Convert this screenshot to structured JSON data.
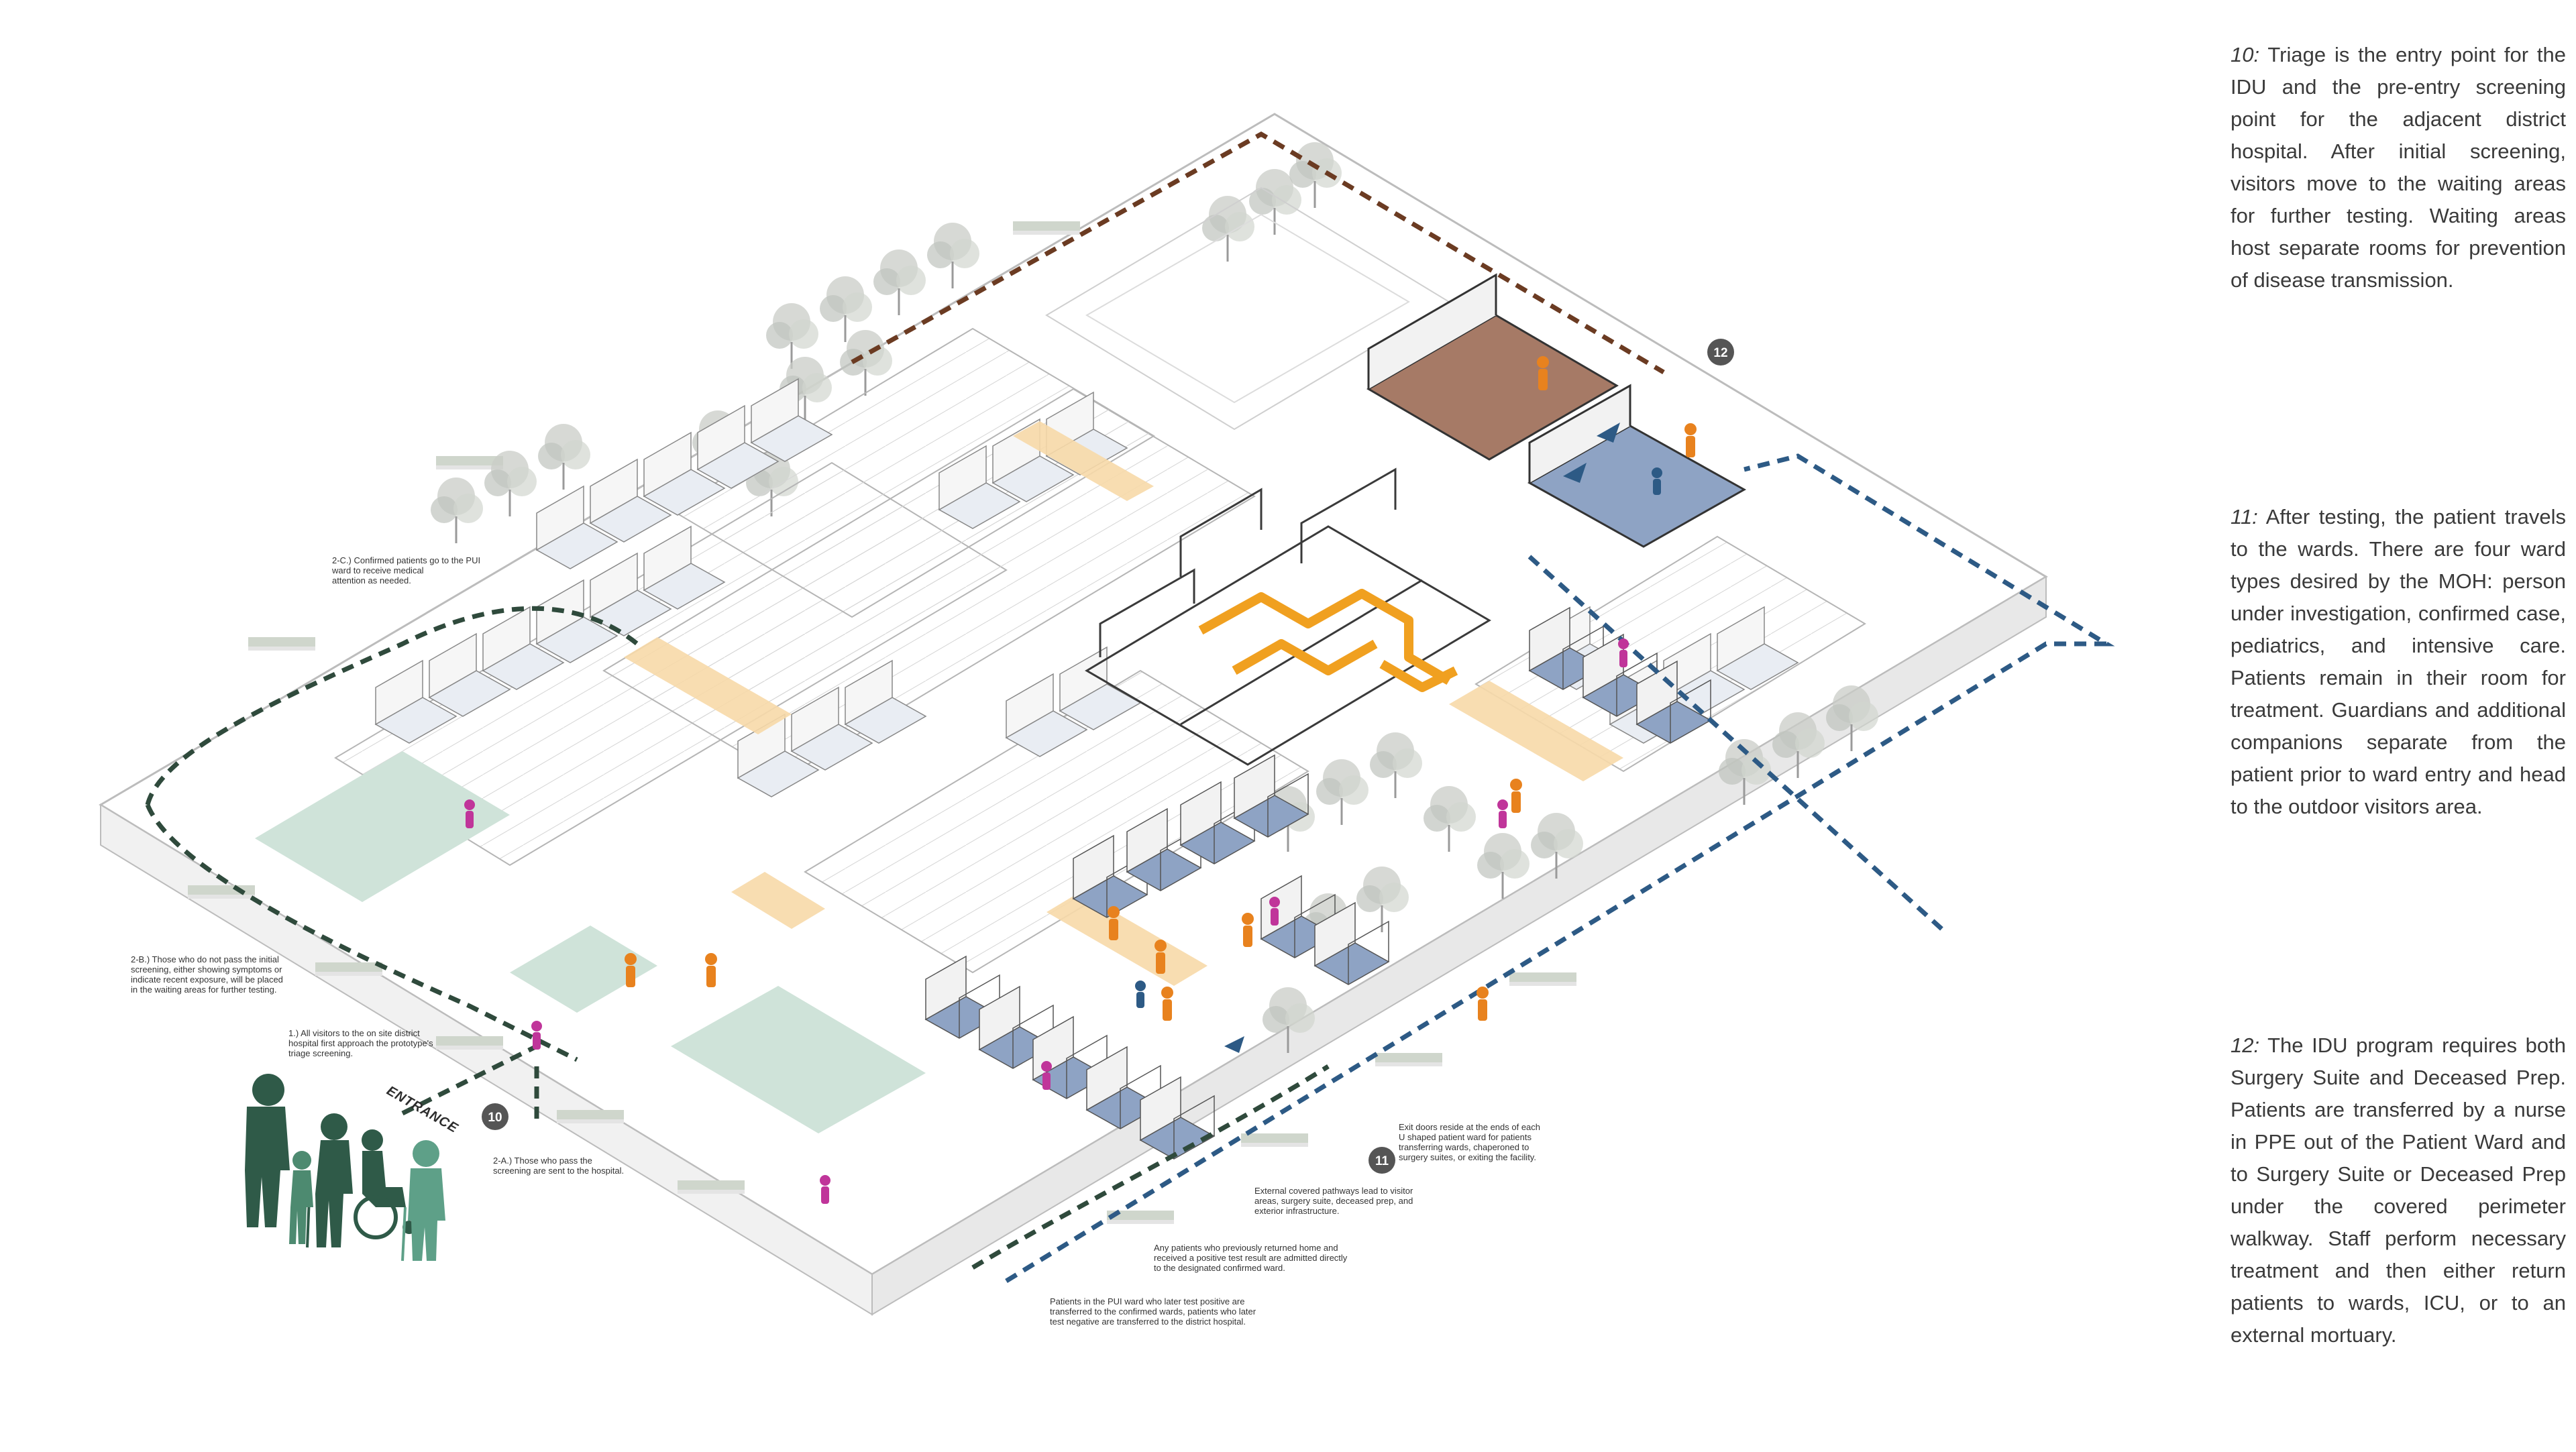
{
  "notes": [
    {
      "number": "10:",
      "text": "Triage is the entry point for the IDU and the pre-entry screening point for the adjacent district hospital. After initial screening, visitors move to the waiting areas for further testing. Waiting areas host separate rooms for prevention of disease transmission."
    },
    {
      "number": "11:",
      "text": "After testing, the patient travels to the wards. There are four ward types desired by the MOH: person under investigation, confirmed case, pediatrics, and intensive care. Patients remain in their room for treatment. Guardians and additional companions separate from the patient prior to ward entry and head to the outdoor visitors area."
    },
    {
      "number": "12:",
      "text": "The IDU program requires both Surgery Suite and Deceased Prep. Patients are transferred by a nurse in PPE out of the Patient Ward and to Surgery Suite or Deceased Prep under the covered perimeter walkway. Staff perform necessary treatment and then either return patients to wards, ICU, or to an external mortuary."
    }
  ],
  "badges": {
    "b10": "10",
    "b11": "11",
    "b12": "12"
  },
  "entrance_label": "ENTRANCE",
  "annotations": {
    "a1": [
      "1.) All visitors to the on site district",
      "hospital first approach the prototype's",
      "triage screening."
    ],
    "a2a": [
      "2-A.) Those who pass the",
      "screening are sent to the hospital."
    ],
    "a2b": [
      "2-B.) Those who do not pass the initial",
      "screening, either showing symptoms or",
      "indicate recent exposure, will be placed",
      "in the waiting areas for further testing."
    ],
    "a2c": [
      "2-C.) Confirmed patients go to the PUI",
      "ward to receive medical",
      "attention as needed."
    ],
    "exit_doors": [
      "Exit doors reside at the ends of each",
      "U shaped patient ward for patients",
      "transferring wards, chaperoned to",
      "surgery suites, or exiting the facility."
    ],
    "pathways": [
      "External covered pathways lead to visitor",
      "areas, surgery suite, deceased prep, and",
      "exterior infrastructure."
    ],
    "returned": [
      "Any patients who previously returned home and",
      "received a positive test result are admitted directly",
      "to the designated confirmed ward."
    ],
    "pui": [
      "Patients in the PUI ward who later test positive are",
      "transferred to the confirmed wards, patients who later",
      "test negative are transferred to the district hospital."
    ]
  },
  "colors": {
    "triage_path": "#2f4a3c",
    "ward_path": "#f0a020",
    "transfer_path": "#2d5a85",
    "deceased_path": "#6b3b22",
    "ward_floor_blue": "#8ea3c4",
    "waiting_floor_green": "#cfe3d9",
    "orange_floor": "#f7d9a8",
    "surgery_floor": "#a67a66",
    "badge": "#555555",
    "figure_green": "#2f5a48",
    "staff_orange": "#e8821e",
    "patient_magenta": "#c0359a"
  },
  "icons": [
    "person-silhouette-icon",
    "wheelchair-user-icon",
    "tree-icon",
    "path-arrow-icon"
  ]
}
